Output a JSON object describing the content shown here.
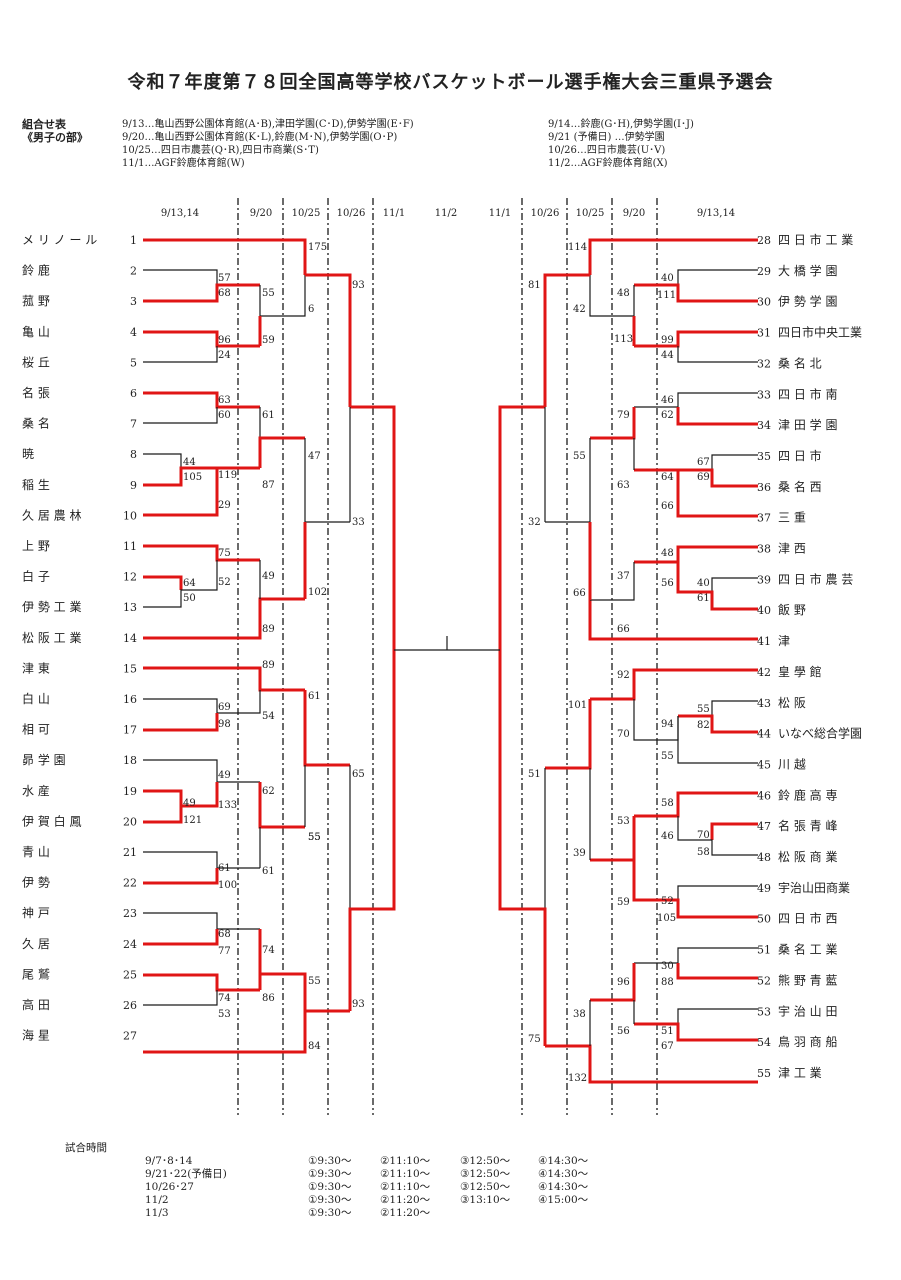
{
  "title": "令和７年度第７８回全国高等学校バスケットボール選手権大会三重県予選会",
  "header": {
    "label_line1": "組合せ表",
    "label_line2": "《男子の部》",
    "schedule_left": [
      "9/13…亀山西野公園体育館(A･B),津田学園(C･D),伊勢学園(E･F)",
      "9/20…亀山西野公園体育館(K･L),鈴鹿(M･N),伊勢学園(O･P)",
      "10/25…四日市農芸(Q･R),四日市商業(S･T)",
      "11/1…AGF鈴鹿体育館(W)"
    ],
    "schedule_right": [
      "9/14…鈴鹿(G･H),伊勢学園(I･J)",
      "9/21 (予備日) …伊勢学園",
      "10/26…四日市農芸(U･V)",
      "11/2…AGF鈴鹿体育館(X)"
    ]
  },
  "round_headers": [
    "9/13,14",
    "9/20",
    "10/25",
    "10/26",
    "11/1",
    "11/2",
    "11/1",
    "10/26",
    "10/25",
    "9/20",
    "9/13,14"
  ],
  "left_teams": [
    {
      "seed": "1",
      "name": "メ リ ノ ー ル"
    },
    {
      "seed": "2",
      "name": "鈴 鹿"
    },
    {
      "seed": "3",
      "name": "菰 野"
    },
    {
      "seed": "4",
      "name": "亀 山"
    },
    {
      "seed": "5",
      "name": "桜 丘"
    },
    {
      "seed": "6",
      "name": "名 張"
    },
    {
      "seed": "7",
      "name": "桑 名"
    },
    {
      "seed": "8",
      "name": "暁"
    },
    {
      "seed": "9",
      "name": "稲 生"
    },
    {
      "seed": "10",
      "name": "久 居 農 林"
    },
    {
      "seed": "11",
      "name": "上 野"
    },
    {
      "seed": "12",
      "name": "白 子"
    },
    {
      "seed": "13",
      "name": "伊 勢 工 業"
    },
    {
      "seed": "14",
      "name": "松 阪 工 業"
    },
    {
      "seed": "15",
      "name": "津 東"
    },
    {
      "seed": "16",
      "name": "白 山"
    },
    {
      "seed": "17",
      "name": "相 可"
    },
    {
      "seed": "18",
      "name": "昴 学 園"
    },
    {
      "seed": "19",
      "name": "水 産"
    },
    {
      "seed": "20",
      "name": "伊 賀 白 鳳"
    },
    {
      "seed": "21",
      "name": "青 山"
    },
    {
      "seed": "22",
      "name": "伊 勢"
    },
    {
      "seed": "23",
      "name": "神 戸"
    },
    {
      "seed": "24",
      "name": "久 居"
    },
    {
      "seed": "25",
      "name": "尾 鷲"
    },
    {
      "seed": "26",
      "name": "高 田"
    },
    {
      "seed": "27",
      "name": "海 星"
    }
  ],
  "right_teams": [
    {
      "seed": "28",
      "name": "四 日 市 工 業"
    },
    {
      "seed": "29",
      "name": "大 橋 学 園"
    },
    {
      "seed": "30",
      "name": "伊 勢 学 園"
    },
    {
      "seed": "31",
      "name": "四日市中央工業"
    },
    {
      "seed": "32",
      "name": "桑 名 北"
    },
    {
      "seed": "33",
      "name": "四 日 市 南"
    },
    {
      "seed": "34",
      "name": "津 田 学 園"
    },
    {
      "seed": "35",
      "name": "四 日 市"
    },
    {
      "seed": "36",
      "name": "桑 名 西"
    },
    {
      "seed": "37",
      "name": "三 重"
    },
    {
      "seed": "38",
      "name": "津 西"
    },
    {
      "seed": "39",
      "name": "四 日 市 農 芸"
    },
    {
      "seed": "40",
      "name": "飯 野"
    },
    {
      "seed": "41",
      "name": "津"
    },
    {
      "seed": "42",
      "name": "皇 學 館"
    },
    {
      "seed": "43",
      "name": "松 阪"
    },
    {
      "seed": "44",
      "name": "いなべ総合学園"
    },
    {
      "seed": "45",
      "name": "川 越"
    },
    {
      "seed": "46",
      "name": "鈴 鹿 高 専"
    },
    {
      "seed": "47",
      "name": "名 張 青 峰"
    },
    {
      "seed": "48",
      "name": "松 阪 商 業"
    },
    {
      "seed": "49",
      "name": "宇治山田商業"
    },
    {
      "seed": "50",
      "name": "四 日 市 西"
    },
    {
      "seed": "51",
      "name": "桑 名 工 業"
    },
    {
      "seed": "52",
      "name": "熊 野 青 藍"
    },
    {
      "seed": "53",
      "name": "宇 治 山 田"
    },
    {
      "seed": "54",
      "name": "鳥 羽 商 船"
    },
    {
      "seed": "55",
      "name": "津 工 業"
    }
  ],
  "scores": {
    "L": {
      "m2_3": [
        "57",
        "68"
      ],
      "m4_5": [
        "96",
        "24"
      ],
      "m6_7": [
        "63",
        "60"
      ],
      "m8_9": [
        "44",
        "105"
      ],
      "m89_10": [
        "119",
        "29"
      ],
      "m11": [
        "75",
        "52"
      ],
      "m12_13": [
        "64",
        "50"
      ],
      "m16_17": [
        "69",
        "98"
      ],
      "m18": [
        "49",
        "133"
      ],
      "m19_20": [
        "49",
        "121"
      ],
      "m21_22": [
        "61",
        "100"
      ],
      "m23_24": [
        "68",
        "77"
      ],
      "m25_26": [
        "74",
        "53"
      ],
      "r2_a": [
        "55",
        "59"
      ],
      "r2_b": [
        "61",
        "87"
      ],
      "r2_c": [
        "49",
        "89"
      ],
      "r2_d": [
        "89",
        "54"
      ],
      "r2_e": [
        "62",
        "55"
      ],
      "r2_f": [
        "61"
      ],
      "r2_g": [
        "74",
        "86"
      ],
      "r3_a": [
        "175",
        "6"
      ],
      "r3_b": [
        "47",
        "102"
      ],
      "r3_c": [
        "61",
        "55"
      ],
      "r3_d": [
        "55",
        "84"
      ],
      "r4_a": [
        "93",
        "33"
      ],
      "r4_b": [
        "65",
        "93"
      ]
    },
    "R": {
      "m29_30": [
        "40",
        "111"
      ],
      "m31_32": [
        "99",
        "44"
      ],
      "m33_34": [
        "46",
        "62"
      ],
      "m35_36": [
        "67",
        "69"
      ],
      "m3536_37": [
        "64",
        "66"
      ],
      "m39_40": [
        "40",
        "61"
      ],
      "m38": [
        "48",
        "56"
      ],
      "m43_44": [
        "55",
        "82"
      ],
      "m4344_45": [
        "94",
        "55"
      ],
      "m47_48": [
        "70",
        "58"
      ],
      "m46": [
        "58",
        "46"
      ],
      "m49_50": [
        "52",
        "105"
      ],
      "m51_52": [
        "30",
        "88"
      ],
      "m53_54": [
        "51",
        "67"
      ],
      "r2_a": [
        "48",
        "113"
      ],
      "r2_b": [
        "79",
        "63"
      ],
      "r2_c": [
        "37",
        "66"
      ],
      "r2_d": [
        "92",
        "70"
      ],
      "r2_e": [
        "53",
        "59"
      ],
      "r2_f": [
        "96",
        "56"
      ],
      "r3_a": [
        "114",
        "42"
      ],
      "r3_b": [
        "55",
        "66"
      ],
      "r3_c": [
        "101",
        "39"
      ],
      "r3_d": [
        "38",
        "132"
      ],
      "r4_a": [
        "81",
        "32"
      ],
      "r4_b": [
        "51",
        "75"
      ]
    }
  },
  "timing": {
    "label": "試合時間",
    "rows": [
      {
        "date": "9/7･8･14",
        "slots": [
          "①9:30～",
          "②11:10～",
          "③12:50～",
          "④14:30～"
        ]
      },
      {
        "date": "9/21･22(予備日)",
        "slots": [
          "①9:30～",
          "②11:10～",
          "③12:50～",
          "④14:30～"
        ]
      },
      {
        "date": "10/26･27",
        "slots": [
          "①9:30～",
          "②11:10～",
          "③12:50～",
          "④14:30～"
        ]
      },
      {
        "date": "11/2",
        "slots": [
          "①9:30～",
          "②11:20～",
          "③13:10～",
          "④15:00～"
        ]
      },
      {
        "date": "11/3",
        "slots": [
          "①9:30～",
          "②11:20～"
        ]
      }
    ]
  },
  "colors": {
    "win_line": "#e01515",
    "line": "#1a1a1a",
    "text": "#222222"
  }
}
